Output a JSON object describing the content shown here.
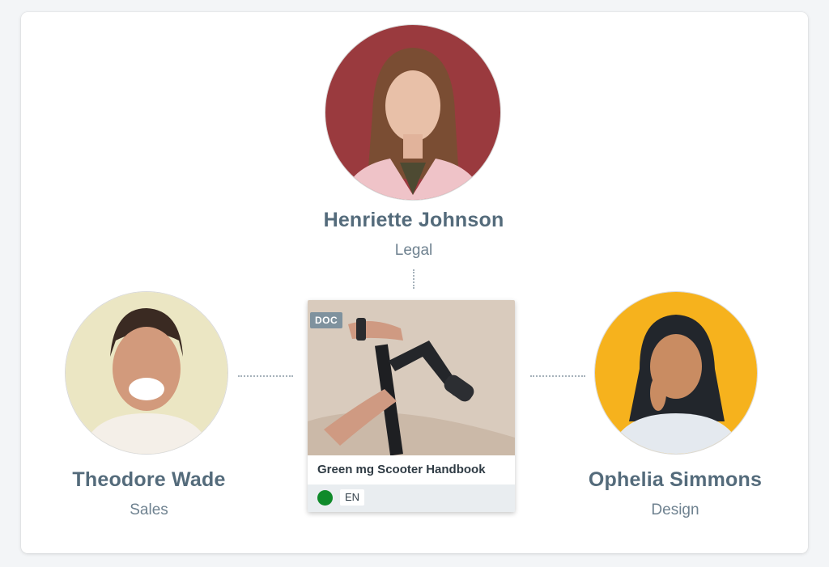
{
  "people": {
    "top": {
      "name": "Henriette Johnson",
      "role": "Legal",
      "avatar_bg": "#9a3a3e"
    },
    "left": {
      "name": "Theodore Wade",
      "role": "Sales",
      "avatar_bg": "#ebe6c3"
    },
    "right": {
      "name": "Ophelia Simmons",
      "role": "Design",
      "avatar_bg": "#f6b21d"
    }
  },
  "document": {
    "type_tag": "DOC",
    "title": "Green mg Scooter Handbook",
    "language": "EN",
    "status_color": "#0f8a2a"
  }
}
